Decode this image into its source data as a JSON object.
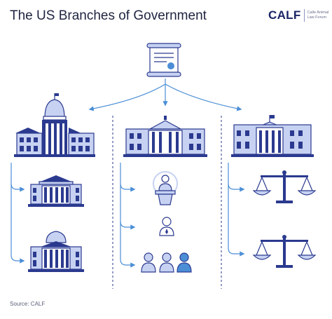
{
  "title": "The US Branches of Government",
  "logo": {
    "mark": "CALF",
    "sub": "Calle Animal Law Forum"
  },
  "source": "Source: CALF",
  "icons": {
    "document": "scroll-document-icon",
    "legislative": "capitol-building-icon",
    "executive": "white-house-icon",
    "judicial": "supreme-court-icon",
    "legislative_children": [
      "senate-building-icon",
      "house-building-icon"
    ],
    "executive_children": [
      "president-podium-icon",
      "vice-president-icon",
      "cabinet-people-icon"
    ],
    "judicial_children": [
      "scales-icon",
      "scales-icon"
    ]
  },
  "colors": {
    "navy": "#2b3a8f",
    "light": "#c7d2f2",
    "arrow": "#4b8ed6",
    "title": "#1f2440"
  }
}
